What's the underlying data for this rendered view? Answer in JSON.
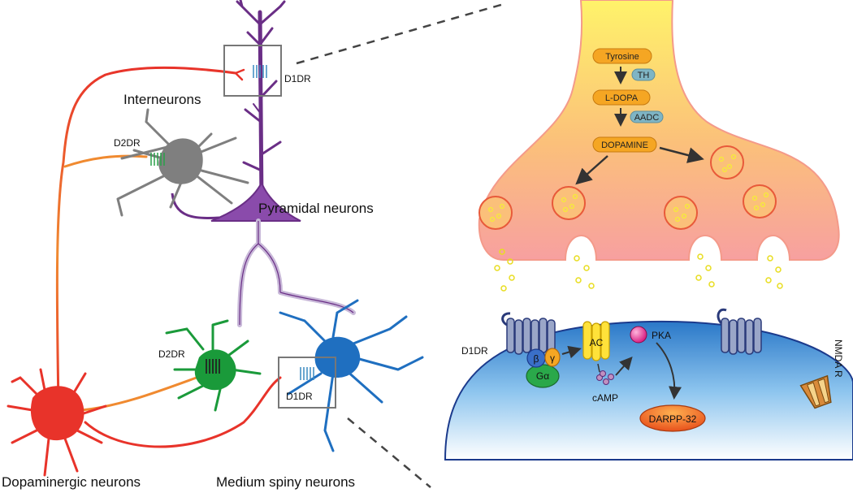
{
  "labels": {
    "interneurons": "Interneurons",
    "pyramidal_neurons": "Pyramidal neurons",
    "dopaminergic_neurons": "Dopaminergic neurons",
    "medium_spiny_neurons": "Medium spiny neurons",
    "d1dr_top": "D1DR",
    "d2dr_top": "D2DR",
    "d2dr_bottom": "D2DR",
    "d1dr_bottom": "D1DR"
  },
  "synthesis": {
    "tyrosine": "Tyrosine",
    "th": "TH",
    "l_dopa": "L-DOPA",
    "aadc": "AADC",
    "dopamine": "DOPAMINE"
  },
  "postsynaptic": {
    "d1dr": "D1DR",
    "beta": "β",
    "gamma": "γ",
    "g_alpha": "Gα",
    "ac": "AC",
    "camp": "cAMP",
    "pka": "PKA",
    "darpp32": "DARPP-32",
    "nmda_r": "NMDA R"
  },
  "colors": {
    "pyramidal": "#6a2e86",
    "interneuron": "#7f7f7f",
    "msn_green": "#1a9a3a",
    "msn_blue": "#1f6fc0",
    "dopaminergic": "#e8332a",
    "axon_orange": "#f08a30",
    "terminal_top": "#fff36a",
    "terminal_bottom": "#f7a78e",
    "postsyn_top": "#2a78c8",
    "postsyn_bottom": "#ffffff",
    "pill": "#f5a623",
    "enzyme": "#7fb5c4"
  }
}
